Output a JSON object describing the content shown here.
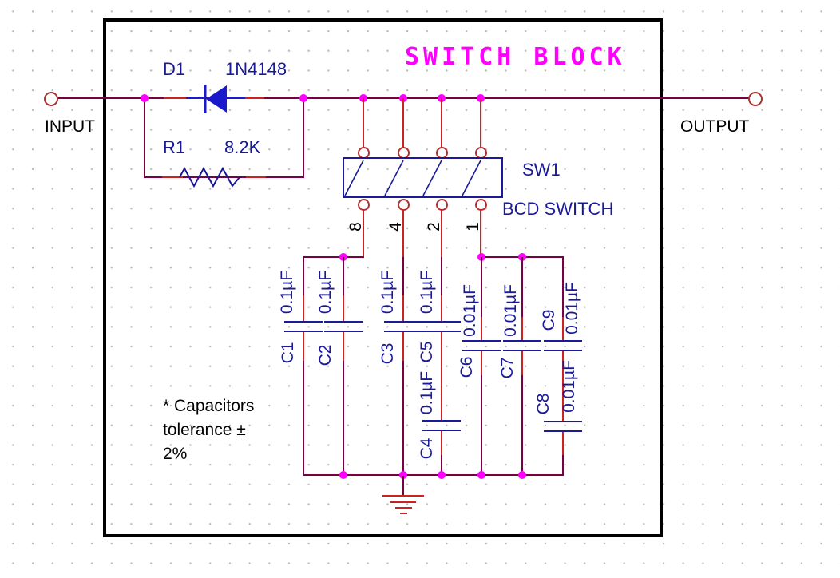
{
  "title": "SWITCH BLOCK",
  "input_label": "INPUT",
  "output_label": "OUTPUT",
  "diode": {
    "ref": "D1",
    "value": "1N4148"
  },
  "resistor": {
    "ref": "R1",
    "value": "8.2K"
  },
  "switch": {
    "ref": "SW1",
    "type": "BCD SWITCH",
    "pins": [
      "8",
      "4",
      "2",
      "1"
    ]
  },
  "capacitors": [
    {
      "ref": "C1",
      "value": "0.1µF"
    },
    {
      "ref": "C2",
      "value": "0.1µF"
    },
    {
      "ref": "C3",
      "value": "0.1µF"
    },
    {
      "ref": "C4",
      "value": "0.1µF"
    },
    {
      "ref": "C5",
      "value": "0.1µF"
    },
    {
      "ref": "C6",
      "value": "0.01µF"
    },
    {
      "ref": "C7",
      "value": "0.01µF"
    },
    {
      "ref": "C8",
      "value": "0.01µF"
    },
    {
      "ref": "C9",
      "value": "0.01µF"
    }
  ],
  "note": {
    "line1": "* Capacitors",
    "line2": "tolerance ±",
    "line3": "2%"
  },
  "colors": {
    "wire": "#7a0045",
    "wire_red": "#cc2222",
    "junction": "#ff00ff",
    "component": "#1a1a99",
    "diode_fill": "#1a1acc",
    "title": "#ff00ff",
    "text": "#000000",
    "border": "#000000"
  }
}
